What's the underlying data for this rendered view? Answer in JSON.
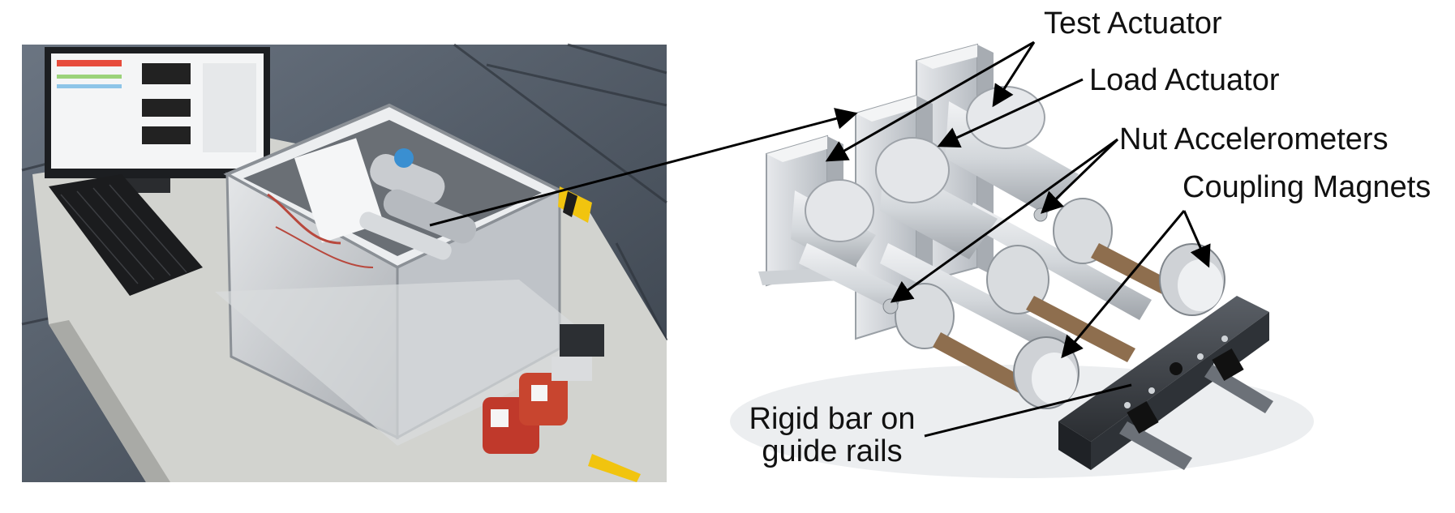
{
  "labels": {
    "test_actuator": "Test Actuator",
    "load_actuator": "Load Actuator",
    "nut_accelerometers": "Nut Accelerometers",
    "coupling_magnets": "Coupling Magnets",
    "rigid_bar_line1": "Rigid bar on",
    "rigid_bar_line2": "guide rails"
  },
  "colors": {
    "leader_line": "#000000",
    "text": "#111111",
    "photo_floor": "#4a5360",
    "photo_table": "#cfd0cc",
    "aluminum": "#c9ccd0",
    "cad_body": "#dcdfe2",
    "cad_dark": "#3b3f45",
    "coil_red": "#c0392b"
  }
}
